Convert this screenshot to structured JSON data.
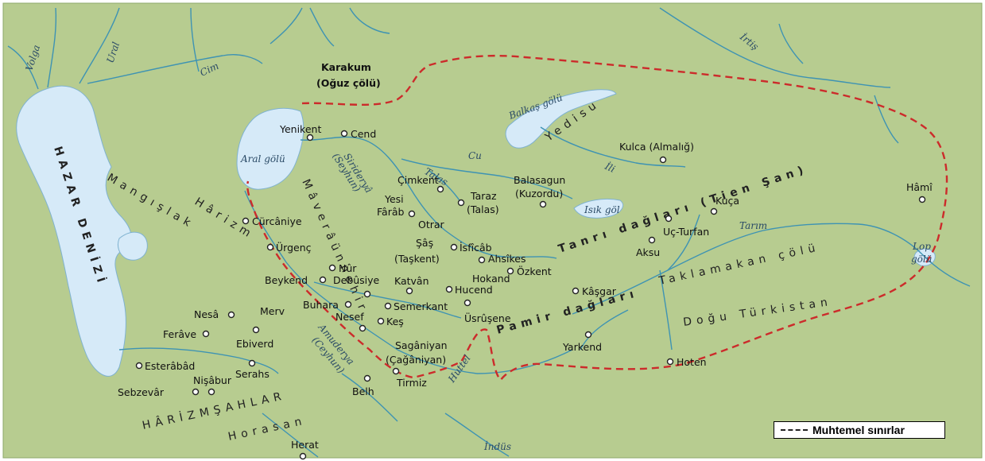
{
  "colors": {
    "land": "#b7cc90",
    "water": "#d6eaf8",
    "river": "#3e93b3",
    "border": "#cc2b2b"
  },
  "legend": {
    "label": "Muhtemel sınırlar"
  },
  "water_bodies": {
    "caspian": "HAZAR DENİZİ",
    "aral": "Aral gölü",
    "balkas": "Balkaş gölü",
    "issik": "Isık göl",
    "lop_1": "Lop",
    "lop_2": "gölü"
  },
  "rivers": {
    "volga": "Volga",
    "ural": "Ural",
    "cim": "Cim",
    "irtis": "İrtiş",
    "siriderya_1": "Sirideryâ",
    "siriderya_2": "(Seyhun)",
    "amuderya_1": "Amuderya",
    "amuderya_2": "(Ceyhun)",
    "cu": "Cu",
    "talas": "Talas",
    "ili": "İli",
    "tarim": "Tarım",
    "huttel": "Huttel",
    "indus": "İndüs"
  },
  "regions": {
    "mangislak": "Mangışlak",
    "harizm": "Hârizm",
    "maveraunnehir": "Mâverâünnehir",
    "yedisu": "Yedisu",
    "tanri": "Tanrı dağları (Tien Şan)",
    "pamir": "Pamir dağları",
    "taklamakan": "Taklamakan çölü",
    "dogu": "Doğu Türkistan",
    "harizmsahlar": "HÂRİZMŞAHLAR",
    "horasan": "Horasan",
    "karakum_1": "Karakum",
    "karakum_2": "(Oğuz çölü)"
  },
  "cities": {
    "yenikent": "Yenikent",
    "cend": "Cend",
    "curcaniye": "Cürcâniye",
    "urgenc": "Ürgenç",
    "beykend": "Beykend",
    "nur": "Nûr",
    "debusiye": "Debûsiye",
    "katvan": "Katvân",
    "buhara": "Buhara",
    "nesef": "Nesef",
    "kes": "Keş",
    "semerkant": "Semerkant",
    "usrusene": "Üsrûşene",
    "hucend": "Hucend",
    "hokand": "Hokand",
    "ahsikes": "Ahsîkes",
    "ozkent": "Özkent",
    "isficab": "İsfîcâb",
    "sas_1": "Şâş",
    "sas_2": "(Taşkent)",
    "cimkent": "Çimkent",
    "yesi": "Yesi",
    "farab": "Fârâb",
    "otrar": "Otrar",
    "taraz_1": "Taraz",
    "taraz_2": "(Talas)",
    "balasagun_1": "Balasagun",
    "balasagun_2": "(Kuzordu)",
    "kulca": "Kulca (Almalığ)",
    "kuca": "Kuça",
    "ucturfan": "Uç-Turfan",
    "aksu": "Aksu",
    "kasgar": "Kâşgar",
    "yarkend": "Yarkend",
    "hoten": "Hoten",
    "hami": "Hâmî",
    "nesa": "Nesâ",
    "merv": "Merv",
    "ferave": "Ferâve",
    "ebiverd": "Ebiverd",
    "esterabad": "Esterâbâd",
    "nisabur": "Nişâbur",
    "serahs": "Serahs",
    "sebzevar": "Sebzevâr",
    "belh": "Belh",
    "tirmiz": "Tirmiz",
    "herat": "Herat",
    "saganiyan_1": "Sagâniyan",
    "saganiyan_2": "(Çağâniyan)"
  }
}
